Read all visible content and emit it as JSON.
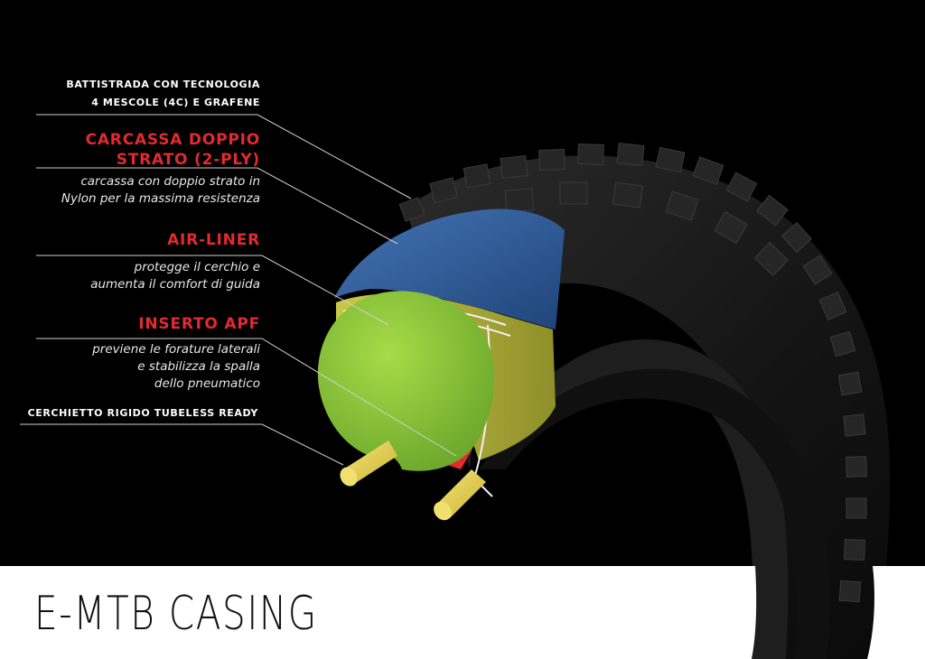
{
  "labels": {
    "tread_line1": "BATTISTRADA CON TECNOLOGIA",
    "tread_line2": "4 MESCOLE (4C) E GRAFENE",
    "casing_head_line1": "CARCASSA DOPPIO",
    "casing_head_line2": "STRATO (2-PLY)",
    "casing_desc_line1": "carcassa con doppio strato in",
    "casing_desc_line2": "Nylon per la massima resistenza",
    "airliner_head": "AIR-LINER",
    "airliner_desc_line1": "protegge il cerchio e",
    "airliner_desc_line2": "aumenta il comfort di guida",
    "apf_head": "INSERTO APF",
    "apf_desc_line1": "previene le forature laterali",
    "apf_desc_line2": "e stabilizza la spalla",
    "apf_desc_line3": "dello pneumatico",
    "bead": "CERCHIETTO RIGIDO TUBELESS READY"
  },
  "title": "E-MTB CASING",
  "colors": {
    "accent_red": "#e22a2f",
    "liner_green": "#8cc63f",
    "casing_blue": "#2e5fa3",
    "bead_yellow": "#e8d44d",
    "background": "#000000",
    "footer": "#ffffff"
  }
}
